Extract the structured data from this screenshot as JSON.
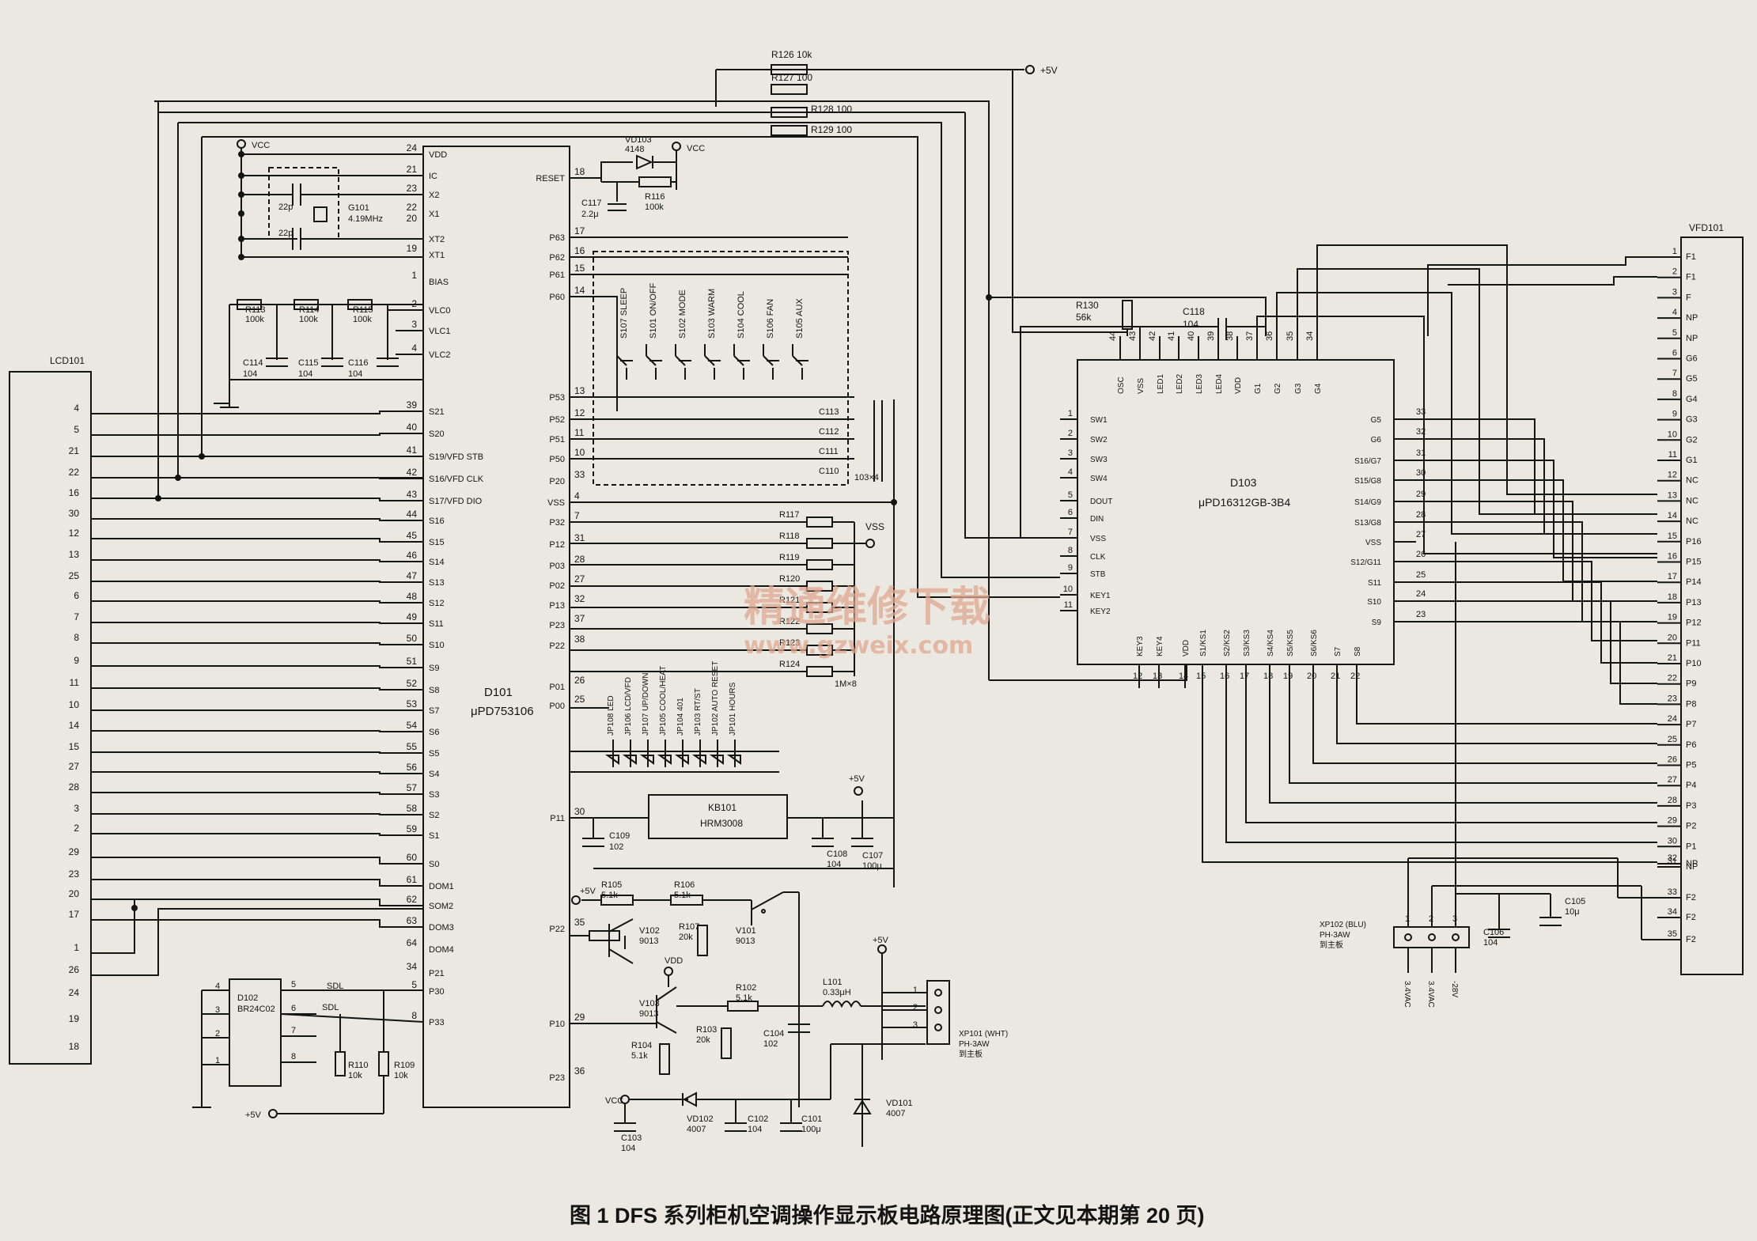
{
  "caption": "图 1  DFS 系列柜机空调操作显示板电路原理图(正文见本期第 20 页)",
  "watermark": {
    "cn": "精通维修下载",
    "url": "www.gzweix.com"
  },
  "power": {
    "p5v": "+5V",
    "vcc": "VCC",
    "vss": "VSS"
  },
  "chips": {
    "d101": {
      "ref": "D101",
      "part": "μPD753106"
    },
    "d103": {
      "ref": "D103",
      "part": "μPD16312GB-3B4"
    },
    "d102": {
      "ref": "D102",
      "part": "BR24C02"
    },
    "kb101": {
      "ref": "KB101",
      "part": "HRM3008"
    }
  },
  "lcd": {
    "ref": "LCD101",
    "pins": [
      "4",
      "5",
      "21",
      "22",
      "16",
      "30",
      "12",
      "13",
      "25",
      "6",
      "7",
      "8",
      "9",
      "11",
      "10",
      "14",
      "15",
      "27",
      "28",
      "3",
      "2",
      "29",
      "23",
      "20",
      "17",
      "1",
      "26",
      "24",
      "19",
      "18"
    ]
  },
  "vfd": {
    "ref": "VFD101",
    "pins": [
      "1",
      "2",
      "3",
      "4",
      "5",
      "6",
      "7",
      "8",
      "9",
      "10",
      "11",
      "12",
      "13",
      "14",
      "15",
      "16",
      "17",
      "18",
      "19",
      "20",
      "21",
      "22",
      "23",
      "24",
      "25",
      "26",
      "27",
      "28",
      "29",
      "30",
      "31",
      "32",
      "33",
      "34",
      "35"
    ],
    "labels": [
      "F1",
      "F1",
      "F",
      "NP",
      "NP",
      "G6",
      "G5",
      "G4",
      "G3",
      "G2",
      "G1",
      "NC",
      "NC",
      "NC",
      "P16",
      "P15",
      "P14",
      "P13",
      "P12",
      "P11",
      "P10",
      "P9",
      "P8",
      "P7",
      "P6",
      "P5",
      "P4",
      "P3",
      "P2",
      "P1",
      "NP",
      "NP",
      "F2",
      "F2",
      "F2"
    ]
  },
  "d101_left": [
    {
      "n": "24",
      "l": "VDD"
    },
    {
      "n": "21",
      "l": "IC"
    },
    {
      "n": "23",
      "l": "X2"
    },
    {
      "n": "22",
      "l": "X1"
    },
    {
      "n": "20",
      "l": ""
    },
    {
      "n": "",
      "l": "XT2"
    },
    {
      "n": "19",
      "l": "XT1"
    },
    {
      "n": "1",
      "l": "BIAS"
    },
    {
      "n": "2",
      "l": "VLC0"
    },
    {
      "n": "3",
      "l": "VLC1"
    },
    {
      "n": "4",
      "l": "VLC2"
    },
    {
      "n": "39",
      "l": "S21"
    },
    {
      "n": "40",
      "l": "S20"
    },
    {
      "n": "41",
      "l": "S19/VFD STB"
    },
    {
      "n": "42",
      "l": "S16/VFD CLK"
    },
    {
      "n": "43",
      "l": "S17/VFD DIO"
    },
    {
      "n": "44",
      "l": "S16"
    },
    {
      "n": "45",
      "l": "S15"
    },
    {
      "n": "46",
      "l": "S14"
    },
    {
      "n": "47",
      "l": "S13"
    },
    {
      "n": "48",
      "l": "S12"
    },
    {
      "n": "49",
      "l": "S11"
    },
    {
      "n": "50",
      "l": "S10"
    },
    {
      "n": "51",
      "l": "S9"
    },
    {
      "n": "52",
      "l": "S8"
    },
    {
      "n": "53",
      "l": "S7"
    },
    {
      "n": "54",
      "l": "S6"
    },
    {
      "n": "55",
      "l": "S5"
    },
    {
      "n": "56",
      "l": "S4"
    },
    {
      "n": "57",
      "l": "S3"
    },
    {
      "n": "58",
      "l": "S2"
    },
    {
      "n": "59",
      "l": "S1"
    },
    {
      "n": "60",
      "l": "S0"
    },
    {
      "n": "61",
      "l": "DOM1"
    },
    {
      "n": "62",
      "l": "SOM2"
    },
    {
      "n": "63",
      "l": "DOM3"
    },
    {
      "n": "64",
      "l": "DOM4"
    },
    {
      "n": "34",
      "l": "P21"
    },
    {
      "n": "5",
      "l": "P30"
    },
    {
      "n": "8",
      "l": "P33"
    }
  ],
  "d101_right": [
    {
      "n": "18",
      "l": "RESET"
    },
    {
      "n": "17",
      "l": "P63"
    },
    {
      "n": "16",
      "l": "P62"
    },
    {
      "n": "15",
      "l": "P61"
    },
    {
      "n": "14",
      "l": "P60"
    },
    {
      "n": "13",
      "l": "P53"
    },
    {
      "n": "12",
      "l": "P52"
    },
    {
      "n": "11",
      "l": "P51"
    },
    {
      "n": "10",
      "l": "P50"
    },
    {
      "n": "33",
      "l": "P20"
    },
    {
      "n": "4",
      "l": "VSS"
    },
    {
      "n": "7",
      "l": "P32"
    },
    {
      "n": "31",
      "l": "P12"
    },
    {
      "n": "28",
      "l": "P03"
    },
    {
      "n": "27",
      "l": "P02"
    },
    {
      "n": "32",
      "l": "P13"
    },
    {
      "n": "37",
      "l": "P23"
    },
    {
      "n": "38",
      "l": "P22"
    },
    {
      "n": "26",
      "l": "P01"
    },
    {
      "n": "25",
      "l": "P00"
    },
    {
      "n": "30",
      "l": "P11"
    },
    {
      "n": "35",
      "l": "P22"
    },
    {
      "n": "29",
      "l": "P10"
    },
    {
      "n": "36",
      "l": "P23"
    }
  ],
  "d103_top": [
    {
      "n": "44",
      "l": "OSC"
    },
    {
      "n": "43",
      "l": "VSS"
    },
    {
      "n": "42",
      "l": "LED1"
    },
    {
      "n": "41",
      "l": "LED2"
    },
    {
      "n": "40",
      "l": "LED3"
    },
    {
      "n": "39",
      "l": "LED4"
    },
    {
      "n": "38",
      "l": "VDD"
    },
    {
      "n": "37",
      "l": "G1"
    },
    {
      "n": "36",
      "l": "G2"
    },
    {
      "n": "35",
      "l": "G3"
    },
    {
      "n": "34",
      "l": "G4"
    }
  ],
  "d103_left": [
    {
      "n": "1",
      "l": "SW1"
    },
    {
      "n": "2",
      "l": "SW2"
    },
    {
      "n": "3",
      "l": "SW3"
    },
    {
      "n": "4",
      "l": "SW4"
    },
    {
      "n": "5",
      "l": "DOUT"
    },
    {
      "n": "6",
      "l": "DIN"
    },
    {
      "n": "7",
      "l": "VSS"
    },
    {
      "n": "8",
      "l": "CLK"
    },
    {
      "n": "9",
      "l": "STB"
    },
    {
      "n": "10",
      "l": "KEY1"
    },
    {
      "n": "11",
      "l": "KEY2"
    }
  ],
  "d103_right": [
    {
      "n": "33",
      "l": "G5"
    },
    {
      "n": "32",
      "l": "G6"
    },
    {
      "n": "31",
      "l": "S16/G7"
    },
    {
      "n": "30",
      "l": "S15/G8"
    },
    {
      "n": "29",
      "l": "S14/G9"
    },
    {
      "n": "28",
      "l": "S13/G8"
    },
    {
      "n": "27",
      "l": "VSS"
    },
    {
      "n": "26",
      "l": "S12/G11"
    },
    {
      "n": "25",
      "l": "S11"
    },
    {
      "n": "24",
      "l": "S10"
    },
    {
      "n": "23",
      "l": "S9"
    }
  ],
  "d103_bottom": [
    {
      "n": "12",
      "l": "KEY3"
    },
    {
      "n": "13",
      "l": "KEY4"
    },
    {
      "n": "14",
      "l": "VDD"
    },
    {
      "n": "15",
      "l": "S1/KS1"
    },
    {
      "n": "16",
      "l": "S2/KS2"
    },
    {
      "n": "17",
      "l": "S3/KS3"
    },
    {
      "n": "18",
      "l": "S4/KS4"
    },
    {
      "n": "19",
      "l": "S5/KS5"
    },
    {
      "n": "20",
      "l": "S6/KS6"
    },
    {
      "n": "21",
      "l": "S7"
    },
    {
      "n": "22",
      "l": "S8"
    }
  ],
  "d102_pins": {
    "left": [
      "4",
      "3",
      "2",
      "1"
    ],
    "right": [
      "5",
      "6",
      "7",
      "8"
    ],
    "labels": [
      "SDL",
      "SDL"
    ]
  },
  "switches": [
    {
      "ref": "S107",
      "fn": "SLEEP"
    },
    {
      "ref": "S101",
      "fn": "ON/OFF"
    },
    {
      "ref": "S102",
      "fn": "MODE"
    },
    {
      "ref": "S103",
      "fn": "WARM"
    },
    {
      "ref": "S104",
      "fn": "COOL"
    },
    {
      "ref": "S106",
      "fn": "FAN"
    },
    {
      "ref": "S105",
      "fn": "AUX"
    }
  ],
  "jumpers": [
    "JP108 LED",
    "JP106 LCD/VFD",
    "JP107 UP/DOWN",
    "JP105 COOL/HEAT",
    "JP104 401",
    "JP103 RT/ST",
    "JP102 AUTO RESET",
    "JP101 HOURS"
  ],
  "top_resistors": [
    {
      "ref": "R126",
      "val": "10k"
    },
    {
      "ref": "R127",
      "val": "100"
    },
    {
      "ref": "R128",
      "val": "100"
    },
    {
      "ref": "R129",
      "val": "100"
    }
  ],
  "bias_resistors": [
    {
      "ref": "R113",
      "val": "100k"
    },
    {
      "ref": "R114",
      "val": "100k"
    },
    {
      "ref": "R115",
      "val": "100k"
    }
  ],
  "bias_caps": [
    {
      "ref": "C114",
      "val": "104"
    },
    {
      "ref": "C115",
      "val": "104"
    },
    {
      "ref": "C116",
      "val": "104"
    }
  ],
  "key_resistors": [
    "R117",
    "R118",
    "R119",
    "R120",
    "R121",
    "R122",
    "R123",
    "R124"
  ],
  "key_res_note": "1M×8",
  "key_caps": [
    "C113",
    "C112",
    "C111",
    "C110"
  ],
  "key_cap_note": "103×4",
  "crystal": {
    "ref": "G101",
    "val": "4.19MHz",
    "cap": "22p"
  },
  "reset": {
    "diode": "VD103",
    "diode_val": "4148",
    "res": "R116",
    "res_val": "100k",
    "cap": "C117",
    "cap_val": "2.2μ"
  },
  "r130": {
    "ref": "R130",
    "val": "56k"
  },
  "c118": {
    "ref": "C118",
    "val": "104"
  },
  "power_caps": [
    {
      "ref": "C109",
      "val": "102"
    },
    {
      "ref": "C108",
      "val": "104"
    },
    {
      "ref": "C107",
      "val": "100μ"
    }
  ],
  "transistor_area": {
    "r105": "R105",
    "r105v": "5.1k",
    "r106": "R106",
    "r106v": "5.1k",
    "r107": "R107",
    "r107v": "20k",
    "v101": "V101",
    "v101p": "9013",
    "v102": "V102",
    "v102p": "9013",
    "v103": "V103",
    "v103p": "9013",
    "r102": "R102",
    "r102v": "5.1k",
    "r103": "R103",
    "r103v": "20k",
    "r104": "R104",
    "r104v": "5.1k",
    "l101": "L101",
    "l101v": "0.33μH",
    "c104": "C104",
    "c104v": "102"
  },
  "bottom_area": {
    "c103": "C103",
    "c103v": "104",
    "vd102": "VD102",
    "vd102v": "4007",
    "c102": "C102",
    "c102v": "104",
    "c101": "C101",
    "c101v": "100μ",
    "vd101": "VD101",
    "vd101v": "4007",
    "r110": "R110",
    "r110v": "10k",
    "r109": "R109",
    "r109v": "10k"
  },
  "xp101": {
    "ref": "XP101 (WHT)",
    "type": "PH-3AW",
    "dest": "到主板",
    "pins": [
      "1",
      "2",
      "3"
    ]
  },
  "xp102": {
    "ref": "XP102 (BLU)",
    "type": "PH-3AW",
    "dest": "到主板",
    "pins": [
      "1",
      "2",
      "3"
    ],
    "signals": [
      "3.4VAC",
      "3.4VAC",
      "-28V"
    ]
  },
  "vfd_caps": [
    {
      "ref": "C106",
      "val": "104"
    },
    {
      "ref": "C105",
      "val": "10μ"
    }
  ],
  "style": {
    "ink": "#141414",
    "paper": "#ebe8e1",
    "watermark": "#e0a890"
  }
}
